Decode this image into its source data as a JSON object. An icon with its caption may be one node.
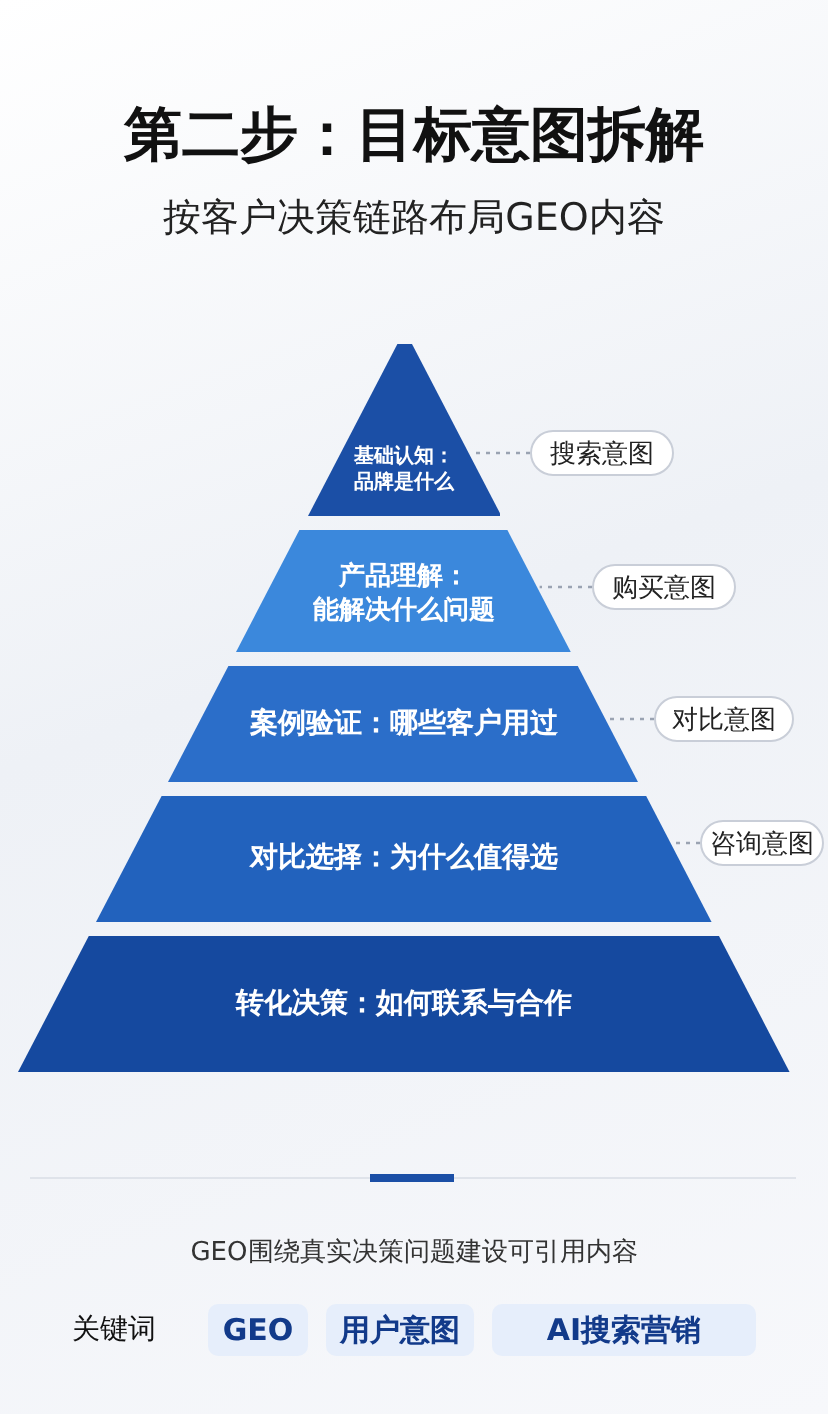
{
  "diagram": {
    "title": "第二步：目标意图拆解",
    "nodes": [
      {
        "text": [
          "基础认知：",
          "品牌是什么"
        ]
      },
      {
        "text": [
          "产品理解：",
          "能解决什么问题"
        ]
      },
      {
        "text": [
          "案例验证：哪些客户用过"
        ]
      },
      {
        "text": [
          "对比选择：为什么值得选"
        ]
      },
      {
        "text": [
          "转化决策：如何联系与合作"
        ]
      },
      {
        "text": [
          "搜索意图"
        ]
      },
      {
        "text": [
          "购买意图"
        ]
      },
      {
        "text": [
          "对比意图"
        ]
      },
      {
        "text": [
          "咨询意图"
        ]
      },
      {
        "text": [
          "GEO"
        ]
      },
      {
        "text": [
          "用户意图"
        ]
      },
      {
        "text": [
          "AI搜索营销"
        ]
      }
    ],
    "edges": [
      {
        "from": 5,
        "to": 0,
        "arrow": "none",
        "style": "dashed"
      },
      {
        "from": 6,
        "to": 1,
        "arrow": "none",
        "style": "dashed"
      },
      {
        "from": 7,
        "to": 2,
        "arrow": "none",
        "style": "dashed"
      },
      {
        "from": 8,
        "to": 3,
        "arrow": "none",
        "style": "dashed"
      }
    ],
    "labels": [
      "按客户决策链路布局GEO内容",
      "GEO围绕真实决策问题建设可引用内容",
      "关键词"
    ]
  }
}
